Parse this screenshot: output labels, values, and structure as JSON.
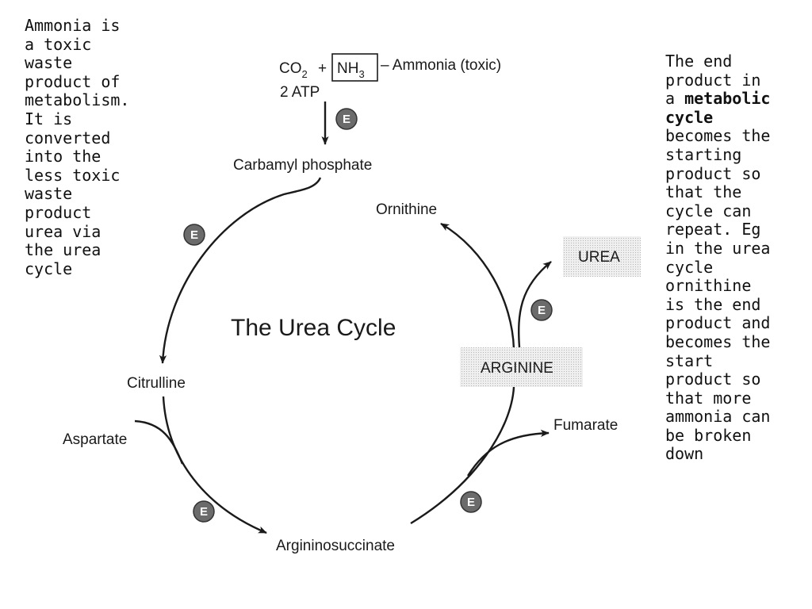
{
  "notes": {
    "left": "Ammonia is\na toxic\nwaste\nproduct of\nmetabolism.\nIt is\nconverted\ninto the\nless toxic\nwaste\nproduct\nurea via\nthe urea\ncycle",
    "right_part1": "The end\nproduct in\na ",
    "right_bold": "metabolic\ncycle",
    "right_part2": "\nbecomes the\nstarting\nproduct so\nthat the\ncycle can\nrepeat. Eg\nin the urea\ncycle\nornithine\nis the end\nproduct and\nbecomes the\nstart\nproduct so\nthat more\nammonia can\nbe broken\ndown"
  },
  "diagram": {
    "title": "The Urea Cycle",
    "inputs": {
      "co2": "CO",
      "co2_sub": "2",
      "plus": "+",
      "nh3": "NH",
      "nh3_sub": "3",
      "ammonia_label": "– Ammonia (toxic)",
      "atp": "2 ATP"
    },
    "compounds": {
      "carbamyl_phosphate": "Carbamyl phosphate",
      "ornithine": "Ornithine",
      "urea": "UREA",
      "arginine": "ARGININE",
      "fumarate": "Fumarate",
      "argininosuccinate": "Argininosuccinate",
      "aspartate": "Aspartate",
      "citrulline": "Citrulline"
    },
    "enzyme_label": "E"
  }
}
